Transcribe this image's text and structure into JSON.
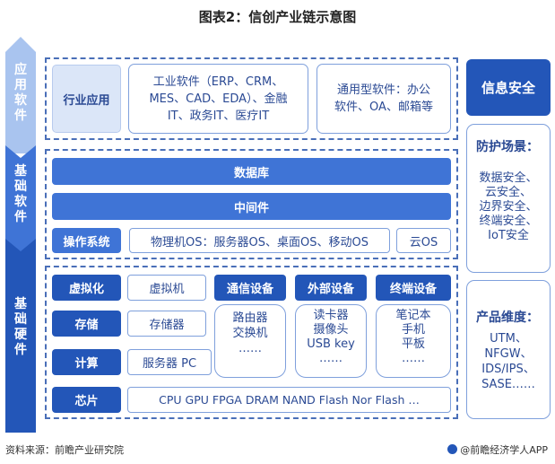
{
  "title": "图表2：信创产业链示意图",
  "layers": {
    "application": "应用软件",
    "base_software": "基础软件",
    "hardware": "基础硬件"
  },
  "app_layer": {
    "industry_app": "行业应用",
    "industrial_software": [
      "工业软件（ERP、CRM、",
      "MES、CAD、EDA）、金融",
      "IT、政务IT、医疗IT"
    ],
    "general_software": [
      "通用型软件：办公",
      "软件、OA、邮箱等"
    ]
  },
  "software_layer": {
    "database": "数据库",
    "middleware": "中间件",
    "os_label": "操作系统",
    "physical_os": "物理机OS：服务器OS、桌面OS、移动OS",
    "cloud_os": "云OS"
  },
  "hardware_layer": {
    "virtualization": "虚拟化",
    "virtual_machine": "虚拟机",
    "storage": "存储",
    "storage_device": "存储器",
    "compute": "计算",
    "server_pc": "服务器 PC",
    "chip": "芯片",
    "chip_list": "CPU GPU FPGA DRAM  NAND Flash  Nor Flash …",
    "comm_device": "通信设备",
    "comm_items": [
      "路由器",
      "交换机",
      "……"
    ],
    "external_device": "外部设备",
    "external_items": [
      "读卡器",
      "摄像头",
      "USB key",
      "……"
    ],
    "terminal_device": "终端设备",
    "terminal_items": [
      "笔记本",
      "手机",
      "平板",
      "……"
    ]
  },
  "security": {
    "title": "信息安全",
    "scenario_title": "防护场景：",
    "scenarios": [
      "数据安全、",
      "云安全、",
      "边界安全、",
      "终端安全、",
      "IoT安全"
    ],
    "product_title": "产品维度：",
    "products": [
      "UTM、",
      "NFGW、",
      "IDS/IPS、",
      "SASE……"
    ]
  },
  "footer": {
    "source": "资料来源：前瞻产业研究院",
    "brand": "@前瞻经济学人APP"
  },
  "colors": {
    "dark_blue": "#2356b8",
    "mid_blue": "#3f74d6",
    "light_blue": "#a9c4ef",
    "pale_blue": "#dbe6f8"
  }
}
